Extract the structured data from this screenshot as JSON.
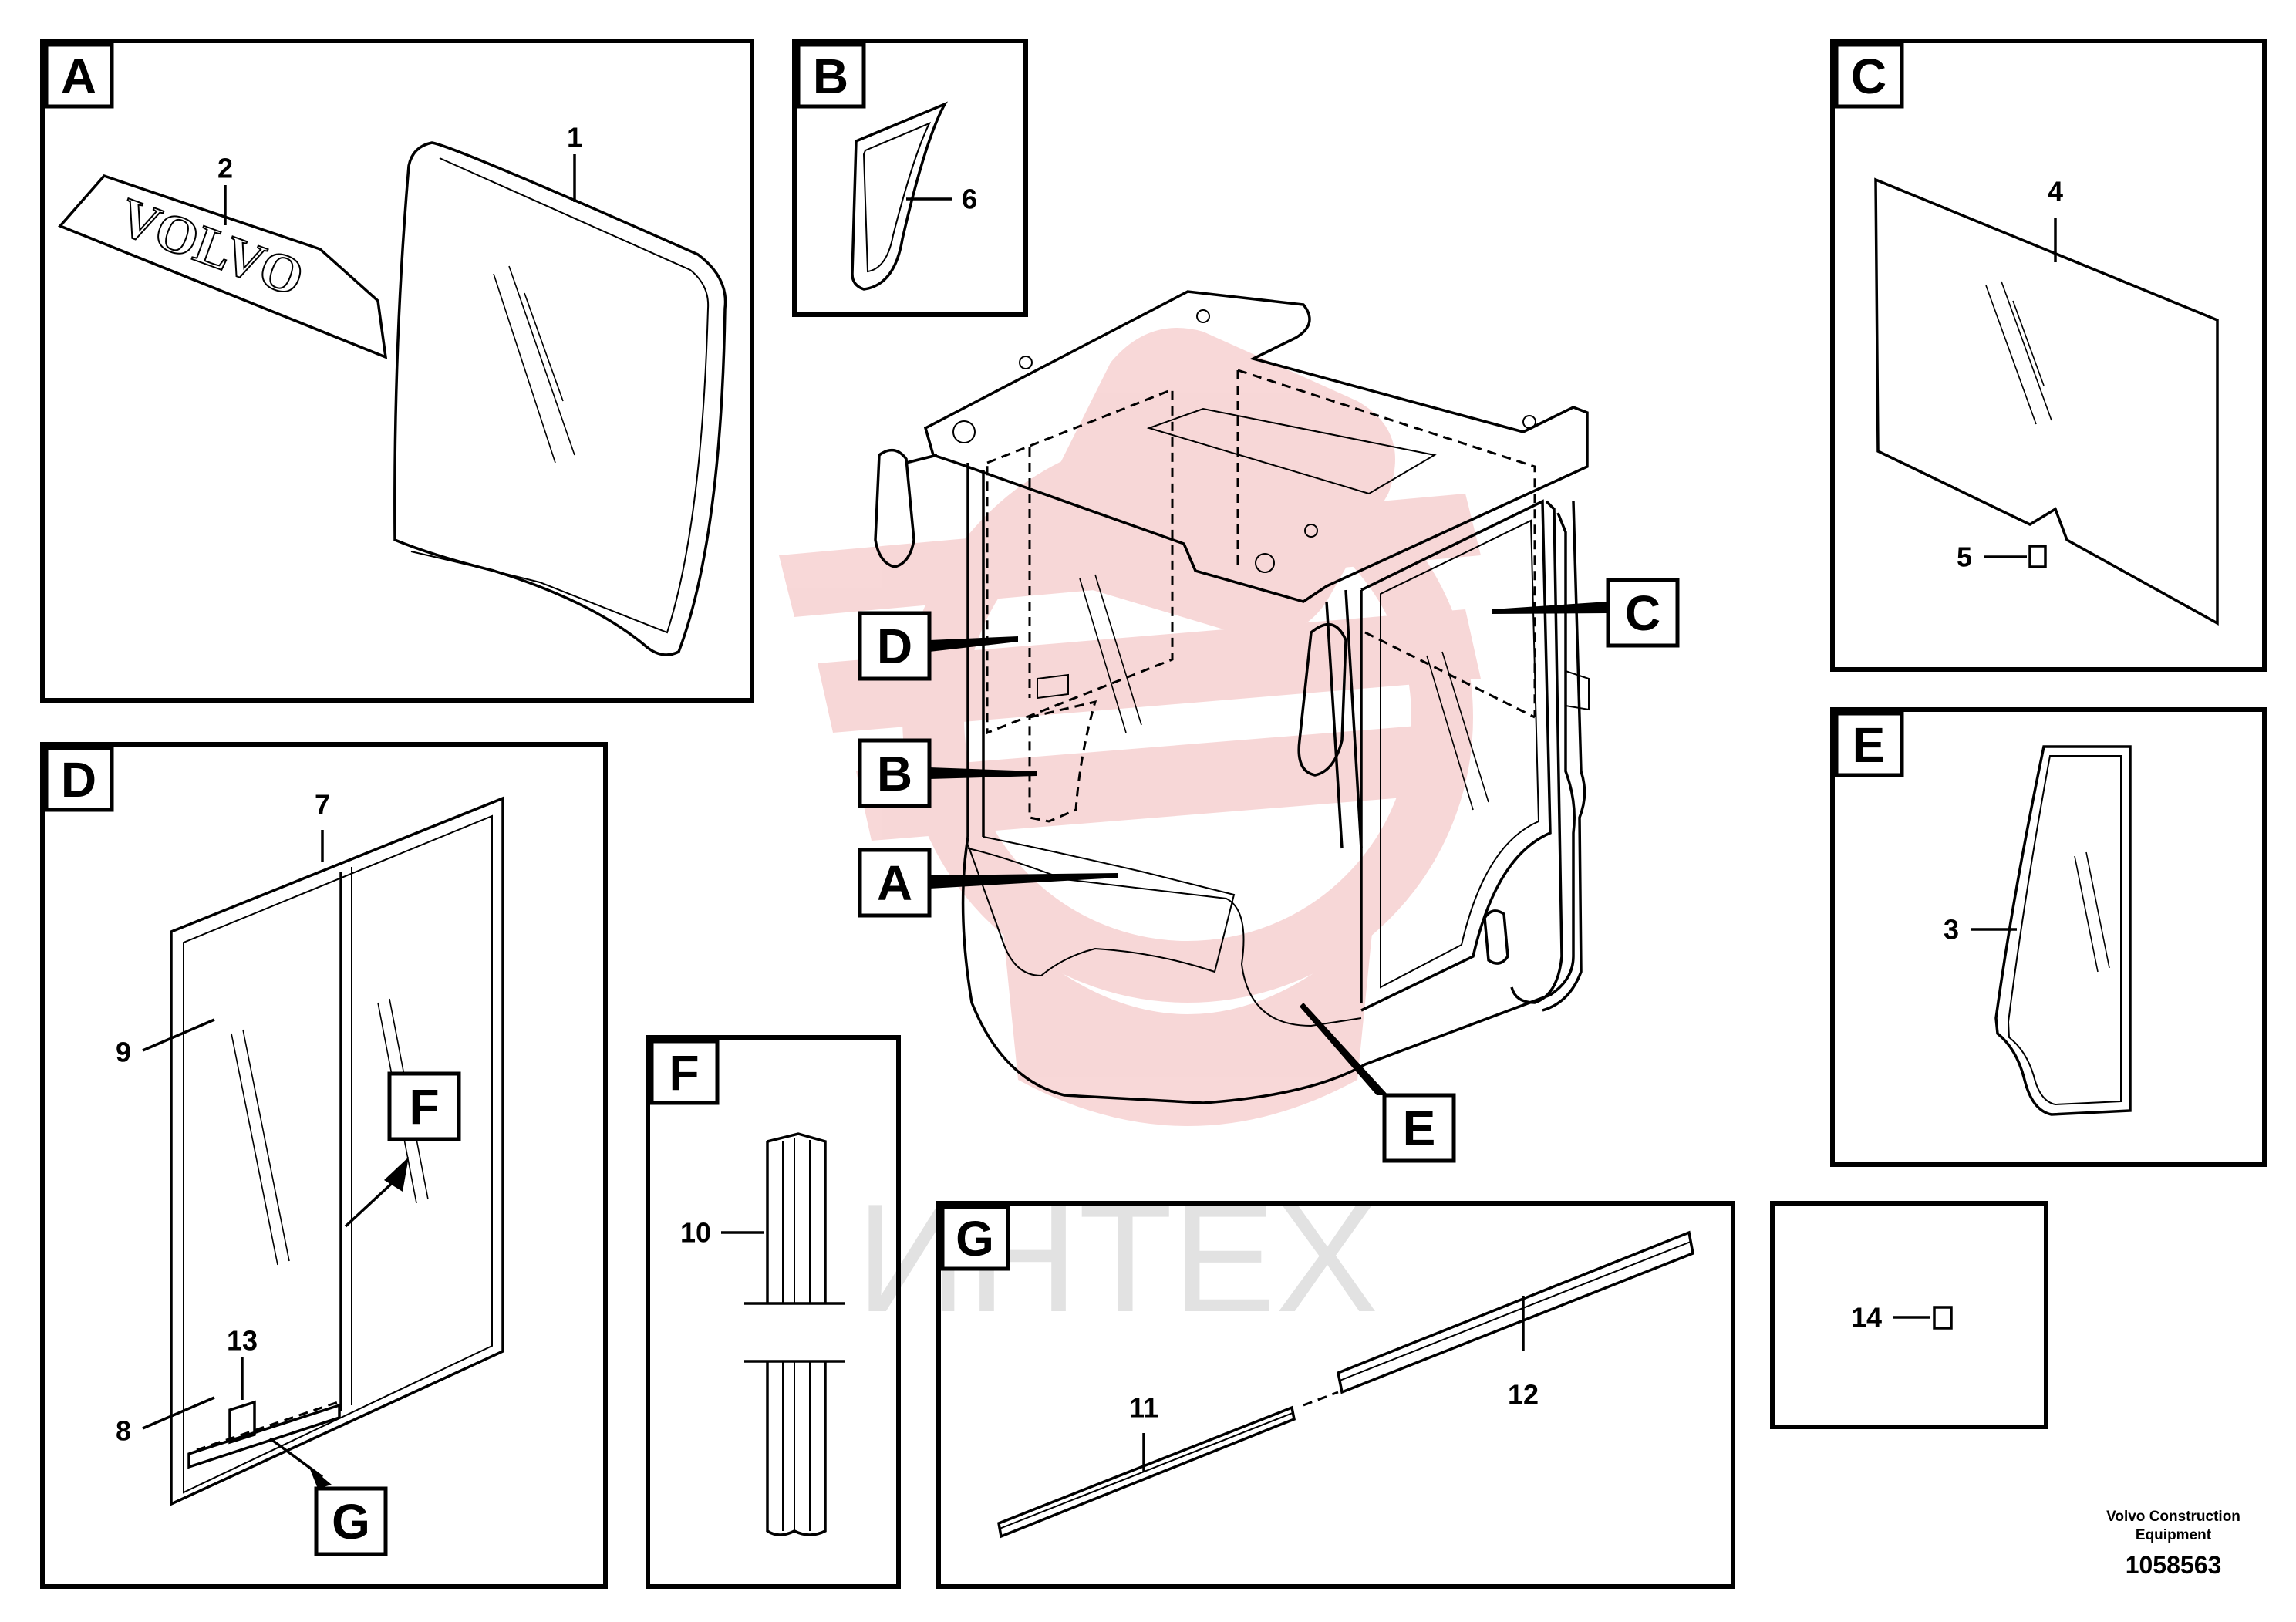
{
  "panels": {
    "A": {
      "letter": "A"
    },
    "B": {
      "letter": "B"
    },
    "C": {
      "letter": "C"
    },
    "D": {
      "letter": "D"
    },
    "E": {
      "letter": "E"
    },
    "F": {
      "letter": "F"
    },
    "G": {
      "letter": "G"
    }
  },
  "cab_callouts": {
    "D": "D",
    "B": "B",
    "A": "A",
    "C": "C",
    "E": "E"
  },
  "sub_callouts": {
    "F": "F",
    "G": "G"
  },
  "parts": {
    "p1": "1",
    "p2": "2",
    "p3": "3",
    "p4": "4",
    "p5": "5",
    "p6": "6",
    "p7": "7",
    "p8": "8",
    "p9": "9",
    "p10": "10",
    "p11": "11",
    "p12": "12",
    "p13": "13",
    "p14": "14"
  },
  "decal_text": "VOLVO",
  "watermark": "ИНТЕХ",
  "footer": {
    "manufacturer_line1": "Volvo Construction",
    "manufacturer_line2": "Equipment",
    "drawing_number": "1058563"
  },
  "colors": {
    "line": "#000000",
    "watermark_red": "#f2b8b8",
    "watermark_grey": "#cfcfcf"
  }
}
